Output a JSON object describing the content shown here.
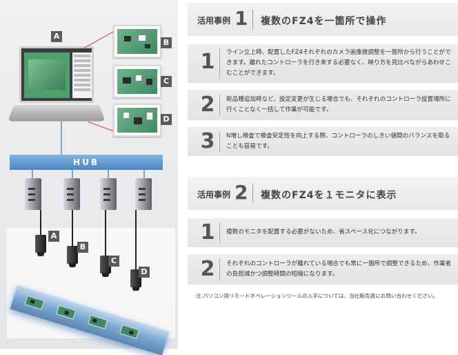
{
  "illustration": {
    "labels": {
      "a_top": "A",
      "b_thumb": "B",
      "c_thumb": "C",
      "d_thumb": "D",
      "a_cam": "A",
      "b_cam": "B",
      "c_cam": "C",
      "d_cam": "D"
    },
    "hub_label": "HUB",
    "colors": {
      "hub": "#4a86c4",
      "zoom_line": "#e23a3a",
      "conveyor": "#7aa6d0"
    }
  },
  "case1": {
    "label": "活用事例",
    "number": "1",
    "title": "複数のFZ4を一箇所で操作",
    "items": [
      {
        "num": "1",
        "text": "ライン立上時、配置したFZ4それぞれのカメラ画像微調整を一箇所から行うことができます。離れたコントローラを行き来する必要なく、映り方を見比べながらあわせこむことができます。"
      },
      {
        "num": "2",
        "text": "新品種追加時など、設定変更が生じる場合でも、それぞれのコントローラ設置場所に行くことなく一括して作業が可能です。"
      },
      {
        "num": "3",
        "text": "N増し検査で検査安定性を向上する際、コントローラのしきい値間のバランスを取ることも容易です。"
      }
    ]
  },
  "case2": {
    "label": "活用事例",
    "number": "2",
    "title": "複数のFZ4を１モニタに表示",
    "items": [
      {
        "num": "1",
        "text": "複数のモニタを配置する必要がないため、省スペース化につながります。"
      },
      {
        "num": "2",
        "text": "それぞれのコントローラが離れている場合でも常に一箇所で調整できるため、作業者の負担減かつ調整時間の短縮になります。"
      }
    ]
  },
  "note": "注.パソコン用リモートオペレーションツールの入手については、当社販売員にお問い合わせください。"
}
